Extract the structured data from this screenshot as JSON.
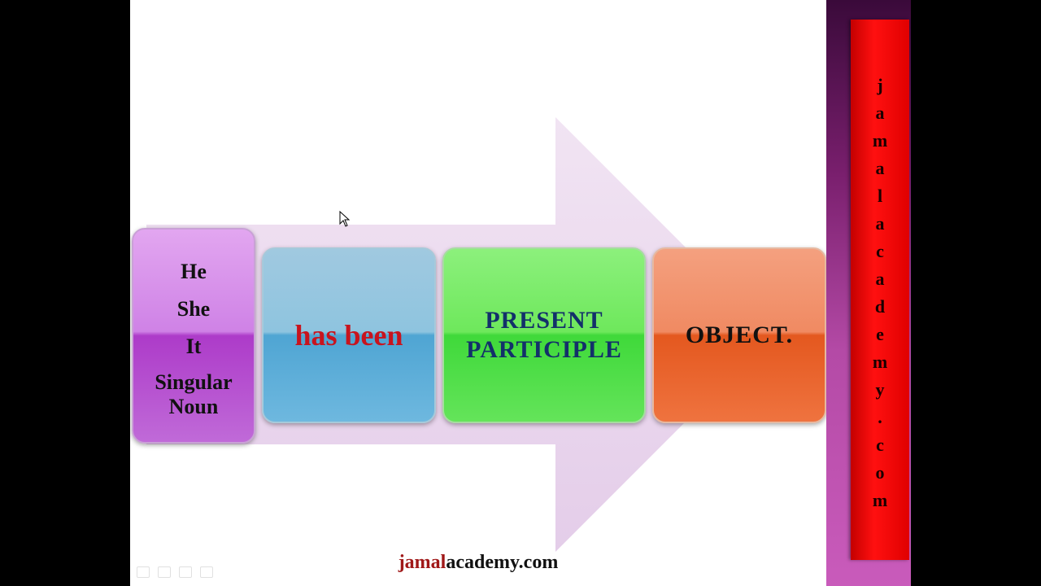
{
  "slide": {
    "subject_words": [
      "He",
      "She",
      "It",
      "Singular",
      "Noun"
    ],
    "auxiliary": "has been",
    "participle_line1": "PRESENT",
    "participle_line2": "PARTICIPLE",
    "object": "OBJECT."
  },
  "footer": {
    "url_part1": "jamal",
    "url_part2": "academy.com"
  },
  "sidebar": {
    "banner_letters": [
      "j",
      "a",
      "m",
      "a",
      "l",
      "a",
      "c",
      "a",
      "d",
      "e",
      "m",
      "y",
      ".",
      "c",
      "o",
      "m"
    ]
  },
  "colors": {
    "auxiliary_text": "#c8141e",
    "participle_text": "#13306a",
    "banner": "#ff1010",
    "arrow": "#e9d5ec"
  },
  "icons": {
    "cursor": "mouse-pointer-icon"
  }
}
